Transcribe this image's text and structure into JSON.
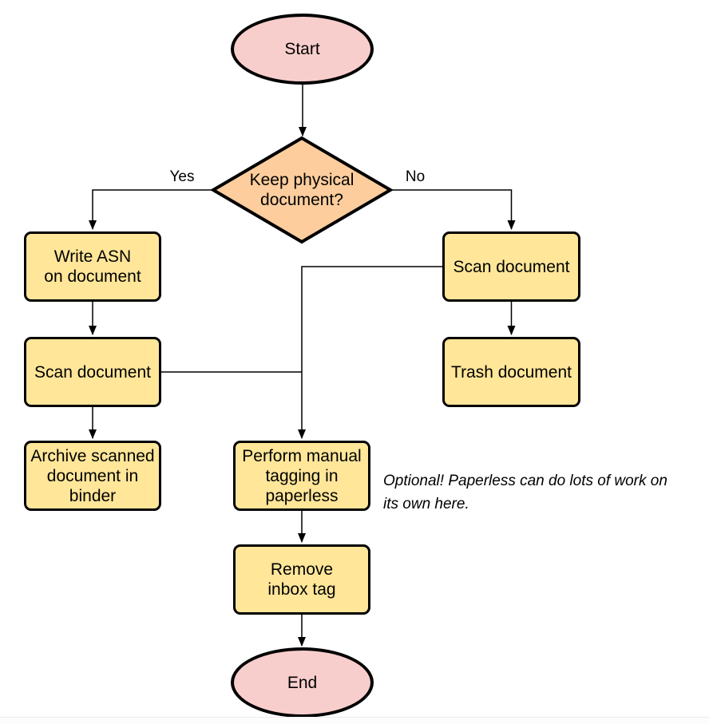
{
  "diagram": {
    "nodes": {
      "start": {
        "label": "Start",
        "type": "terminal"
      },
      "decision": {
        "label": "Keep physical\ndocument?",
        "type": "decision"
      },
      "write_asn": {
        "label": "Write ASN\non document",
        "type": "process"
      },
      "scan_left": {
        "label": "Scan document",
        "type": "process"
      },
      "archive": {
        "label": "Archive scanned\ndocument in\nbinder",
        "type": "process"
      },
      "scan_right": {
        "label": "Scan document",
        "type": "process"
      },
      "trash": {
        "label": "Trash document",
        "type": "process"
      },
      "tag": {
        "label": "Perform manual\ntagging in\npaperless",
        "type": "process"
      },
      "remove_inbox": {
        "label": "Remove\ninbox tag",
        "type": "process"
      },
      "end": {
        "label": "End",
        "type": "terminal"
      }
    },
    "edge_labels": {
      "yes": "Yes",
      "no": "No"
    },
    "note": "Optional! Paperless can do lots of work on\nits own here.",
    "colors": {
      "terminal": "#f8cecc",
      "decision": "#fdcd9d",
      "process": "#ffe699",
      "line": "#000000"
    }
  }
}
